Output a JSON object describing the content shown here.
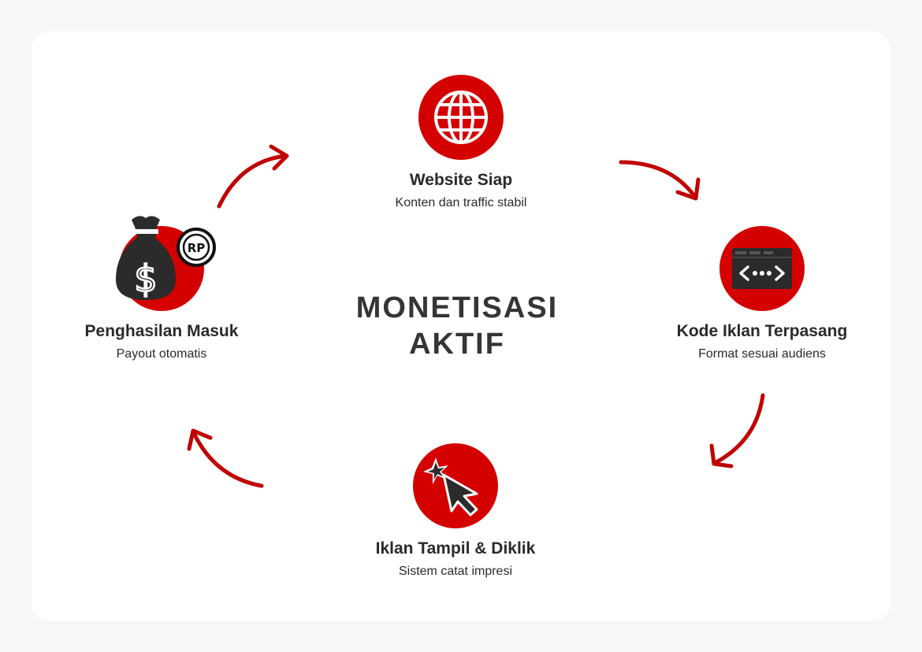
{
  "center": {
    "line1": "MONETISASI",
    "line2": "AKTIF"
  },
  "steps": [
    {
      "title": "Website Siap",
      "subtitle": "Konten dan traffic stabil",
      "icon": "globe-icon"
    },
    {
      "title": "Kode Iklan Terpasang",
      "subtitle": "Format sesuai audiens",
      "icon": "code-window-icon"
    },
    {
      "title": "Iklan Tampil & Diklik",
      "subtitle": "Sistem catat impresi",
      "icon": "cursor-click-icon"
    },
    {
      "title": "Penghasilan Masuk",
      "subtitle": "Payout otomatis",
      "icon": "money-bag-icon",
      "badge": "RP"
    }
  ],
  "colors": {
    "accent": "#d40000",
    "arrow": "#c00000",
    "dark": "#2b2b2b",
    "background": "#f6f7f9",
    "card": "#ffffff"
  }
}
